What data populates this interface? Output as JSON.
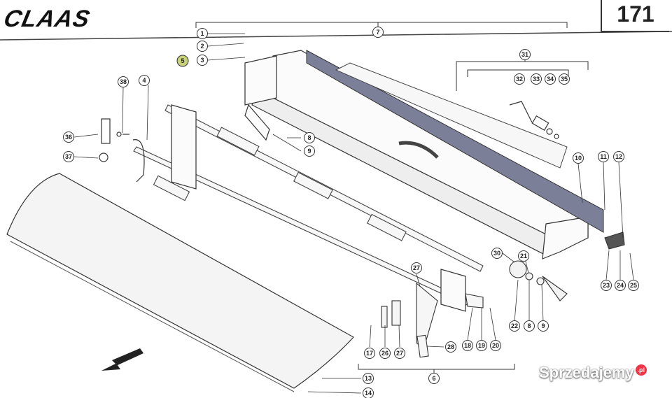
{
  "header": {
    "brand": "CLAAS",
    "page_number": "171"
  },
  "callouts": [
    "1",
    "2",
    "3",
    "5",
    "4",
    "38",
    "36",
    "37",
    "7",
    "31",
    "32",
    "33",
    "34",
    "35",
    "8",
    "9",
    "10",
    "11",
    "12",
    "30",
    "21",
    "22",
    "8",
    "9",
    "23",
    "24",
    "25",
    "27",
    "17",
    "26",
    "27",
    "18",
    "19",
    "20",
    "28",
    "6",
    "13",
    "14"
  ],
  "watermark": {
    "text": "Sprzedajemy",
    "suffix": ".pl"
  }
}
